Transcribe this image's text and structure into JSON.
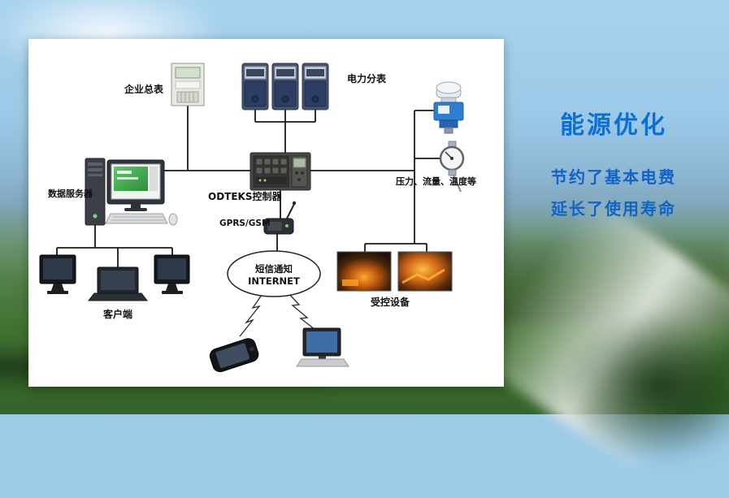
{
  "diagram": {
    "enterprise_meter_label": "企业总表",
    "power_submeter_label": "电力分表",
    "sensor_label": "压力、流量、温度等",
    "controller_label": "ODTEKS控制器",
    "data_server_label": "数据服务器",
    "gprs_label": "GPRS/GSM",
    "internet_ellipse_line1": "短信通知",
    "internet_ellipse_line2": "INTERNET",
    "client_label": "客户端",
    "controlled_equipment_label": "受控设备"
  },
  "caption": {
    "title": "能源优化",
    "line1": "节约了基本电费",
    "line2": "延长了使用寿命"
  },
  "colors": {
    "caption_title_blue": "#0a70d8",
    "caption_text_blue": "#1263c6",
    "panel_background": "#ffffff",
    "connection_line": "#1a1a1a"
  }
}
